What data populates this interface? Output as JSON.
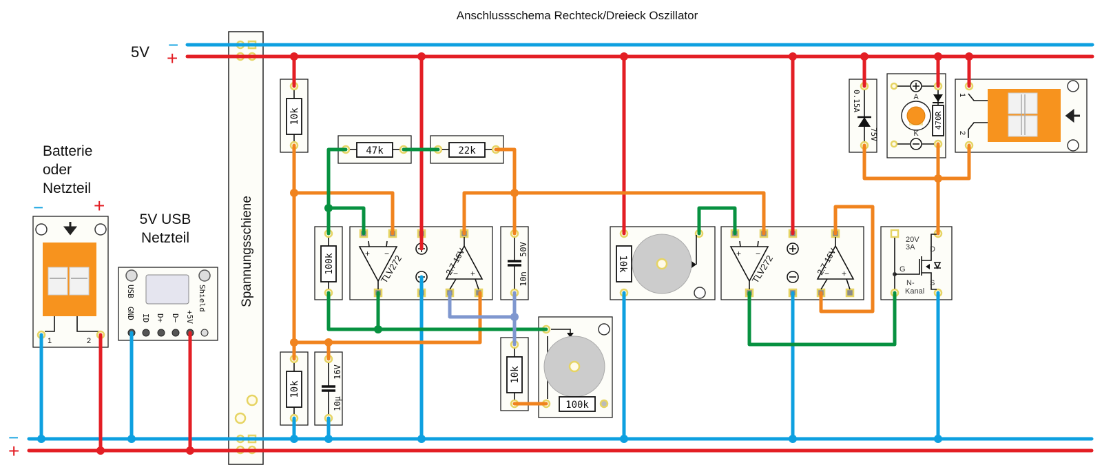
{
  "title": "Anschlussschema Rechteck/Dreieck Oszillator",
  "supply": {
    "voltage_label": "5V",
    "minus_sign": "−",
    "plus_sign": "+"
  },
  "battery": {
    "title_lines": [
      "Batterie",
      "oder",
      "Netzteil"
    ],
    "minus_sign": "−",
    "plus_sign": "+",
    "pin1": "1",
    "pin2": "2"
  },
  "usb": {
    "title_lines": [
      "5V USB",
      "Netzteil"
    ],
    "label_usb": "USB",
    "label_shield": "Shield",
    "pins": [
      "GND",
      "ID",
      "D+",
      "D−",
      "+5V"
    ]
  },
  "rail": {
    "label": "Spannungsschiene"
  },
  "components": {
    "r_pullup_top": "10k",
    "r_47k": "47k",
    "r_22k": "22k",
    "r_100k": "100k",
    "r_bottom_left": "10k",
    "c_10u": {
      "value": "10µ",
      "voltage": "16V"
    },
    "c_10n": {
      "value": "10n",
      "voltage": "50V"
    },
    "r_bottom_mid": "10k",
    "poti_bottom": "100k",
    "poti_mid_r": "10k",
    "opamp1": {
      "name": "TLV272",
      "supply": "2.7-16V",
      "plus": "+",
      "minus": "−"
    },
    "opamp2": {
      "name": "TLV272",
      "supply": "2.7-16V",
      "plus": "+",
      "minus": "−"
    },
    "mosfet": {
      "rating_v": "20V",
      "rating_a": "3A",
      "gate": "G",
      "drain": "D",
      "source": "S",
      "type_line1": "N-",
      "type_line2": "Kanal"
    },
    "diode": {
      "current": "0.15A",
      "voltage": "75V"
    },
    "led": {
      "anode": "A",
      "cathode": "K",
      "resistor": "470R"
    },
    "relay": {
      "pin1": "1",
      "pin2": "2"
    }
  },
  "colors": {
    "plus_wire": "#e31e24",
    "minus_wire": "#0ea0e0",
    "signal_orange": "#f0831e",
    "signal_green": "#079140",
    "signal_violet": "#7f97cf",
    "module_orange": "#f7931e"
  }
}
